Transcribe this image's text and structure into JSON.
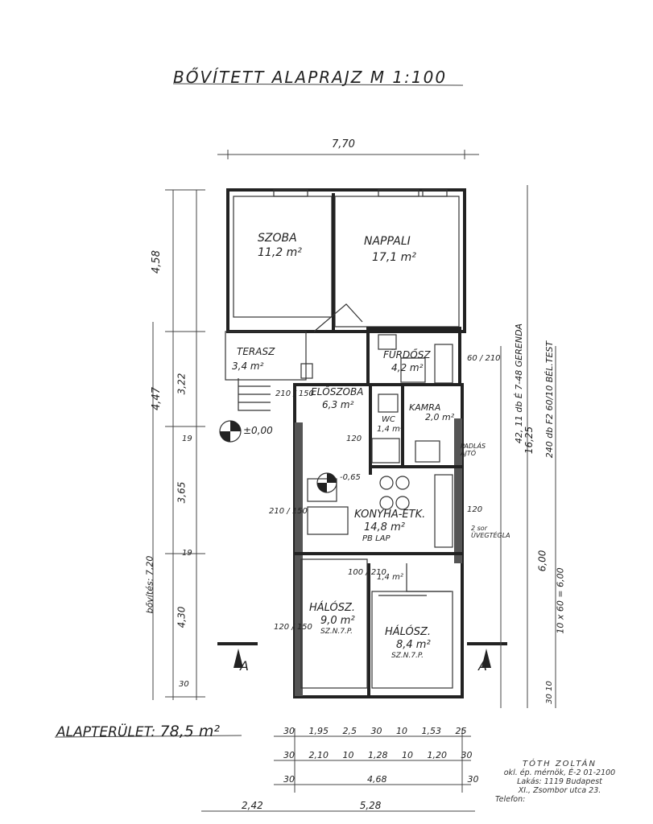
{
  "title": "BŐVÍTETT ALAPRAJZ   M 1:100",
  "dims": {
    "top": "7,70",
    "left_upper": "4,58",
    "left_mid": "4,47",
    "left_322": "3,22",
    "left_365": "3,65",
    "left_430": "4,30",
    "left_bovites": "bővítés: 7,20",
    "left_19": "19",
    "left_19b": "19",
    "left_30": "30",
    "right_1625": "16,25",
    "right_600": "6,00",
    "right_beam1": "42, 11 db É 7-48 GERENDA",
    "right_beam2": "240 db F2 60/10 BÉL.TEST",
    "right_10x60": "10 x 60 = 6,00",
    "right_3010": "30 10",
    "row1": [
      "30",
      "1,95",
      "2,5",
      "30",
      "10",
      "1,53",
      "25"
    ],
    "row2": [
      "30",
      "2,10",
      "10",
      "1,28",
      "10",
      "1,20",
      "30"
    ],
    "row3": [
      "30",
      "4,68",
      "30"
    ],
    "row4": [
      "2,42",
      "5,28"
    ]
  },
  "rooms": {
    "szoba": {
      "name": "SZOBA",
      "area": "11,2 m²"
    },
    "nappali": {
      "name": "NAPPALI",
      "area": "17,1 m²"
    },
    "terasz": {
      "name": "TERASZ",
      "area": "3,4 m²"
    },
    "furdo": {
      "name": "FÜRDŐSZ",
      "area": "4,2 m²"
    },
    "eloszoba": {
      "name": "ELŐSZOBA",
      "area": "6,3 m²"
    },
    "kamra": {
      "name": "KAMRA",
      "area": "2,0 m²"
    },
    "wc": {
      "name": "WC",
      "area": "1,4 m²"
    },
    "konyha": {
      "name": "KONYHA-ÉTK.",
      "area": "14,8 m²",
      "note": "PB LAP"
    },
    "halo1": {
      "name": "HÁLÓSZ.",
      "area": "9,0 m²",
      "note": "SZ.N.7.P."
    },
    "halo2": {
      "name": "HÁLÓSZ.",
      "area": "8,4 m²",
      "note": "SZ.N.7.P."
    },
    "small": {
      "area": "1,4 m²"
    }
  },
  "labels": {
    "level": "±0,00",
    "level2": "-0,65",
    "padlas": "PADLÁS AJTÓ",
    "uvegtegla": "2 sor ÜVEGTÉGLA",
    "section_left": "A",
    "section_right": "A",
    "door_210_150_a": "210 / 150",
    "door_210_150_b": "210 / 150",
    "door_120_150": "120 / 150",
    "door_100_210": "100 / 210",
    "door_60_210": "60 / 210",
    "op_120_a": "120",
    "op_120_b": "120"
  },
  "alapterulet": {
    "label": "ALAPTERÜLET:",
    "value": "78,5 m²"
  },
  "stamp": {
    "name": "TÓTH ZOLTÁN",
    "line1": "okl. ép. mérnök, É-2 01-2100",
    "line2": "Lakás: 1119 Budapest",
    "line3": "XI., Zsombor utca 23.",
    "line4": "Telefon:"
  }
}
